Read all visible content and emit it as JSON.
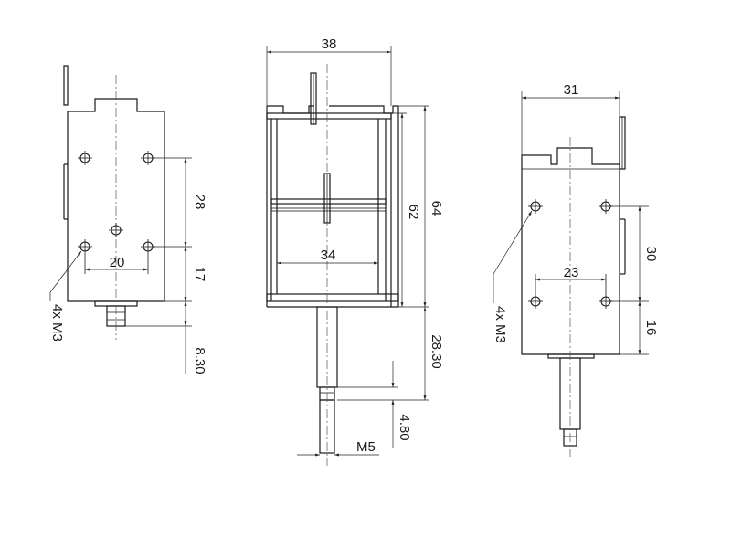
{
  "left_view": {
    "dims": {
      "pitch_v": "28",
      "width_h": "20",
      "lower_v": "17",
      "shaft": "8.30"
    },
    "holes": "4x M3"
  },
  "front_view": {
    "dims": {
      "width_top": "38",
      "inner_w": "34",
      "body_h": "62",
      "total_h": "64",
      "plunger": "28.30",
      "end": "4.80",
      "thread": "M5"
    }
  },
  "right_view": {
    "dims": {
      "width_top": "31",
      "pitch_h": "23",
      "pitch_v": "30",
      "lower_v": "16"
    },
    "holes": "4x M3"
  }
}
